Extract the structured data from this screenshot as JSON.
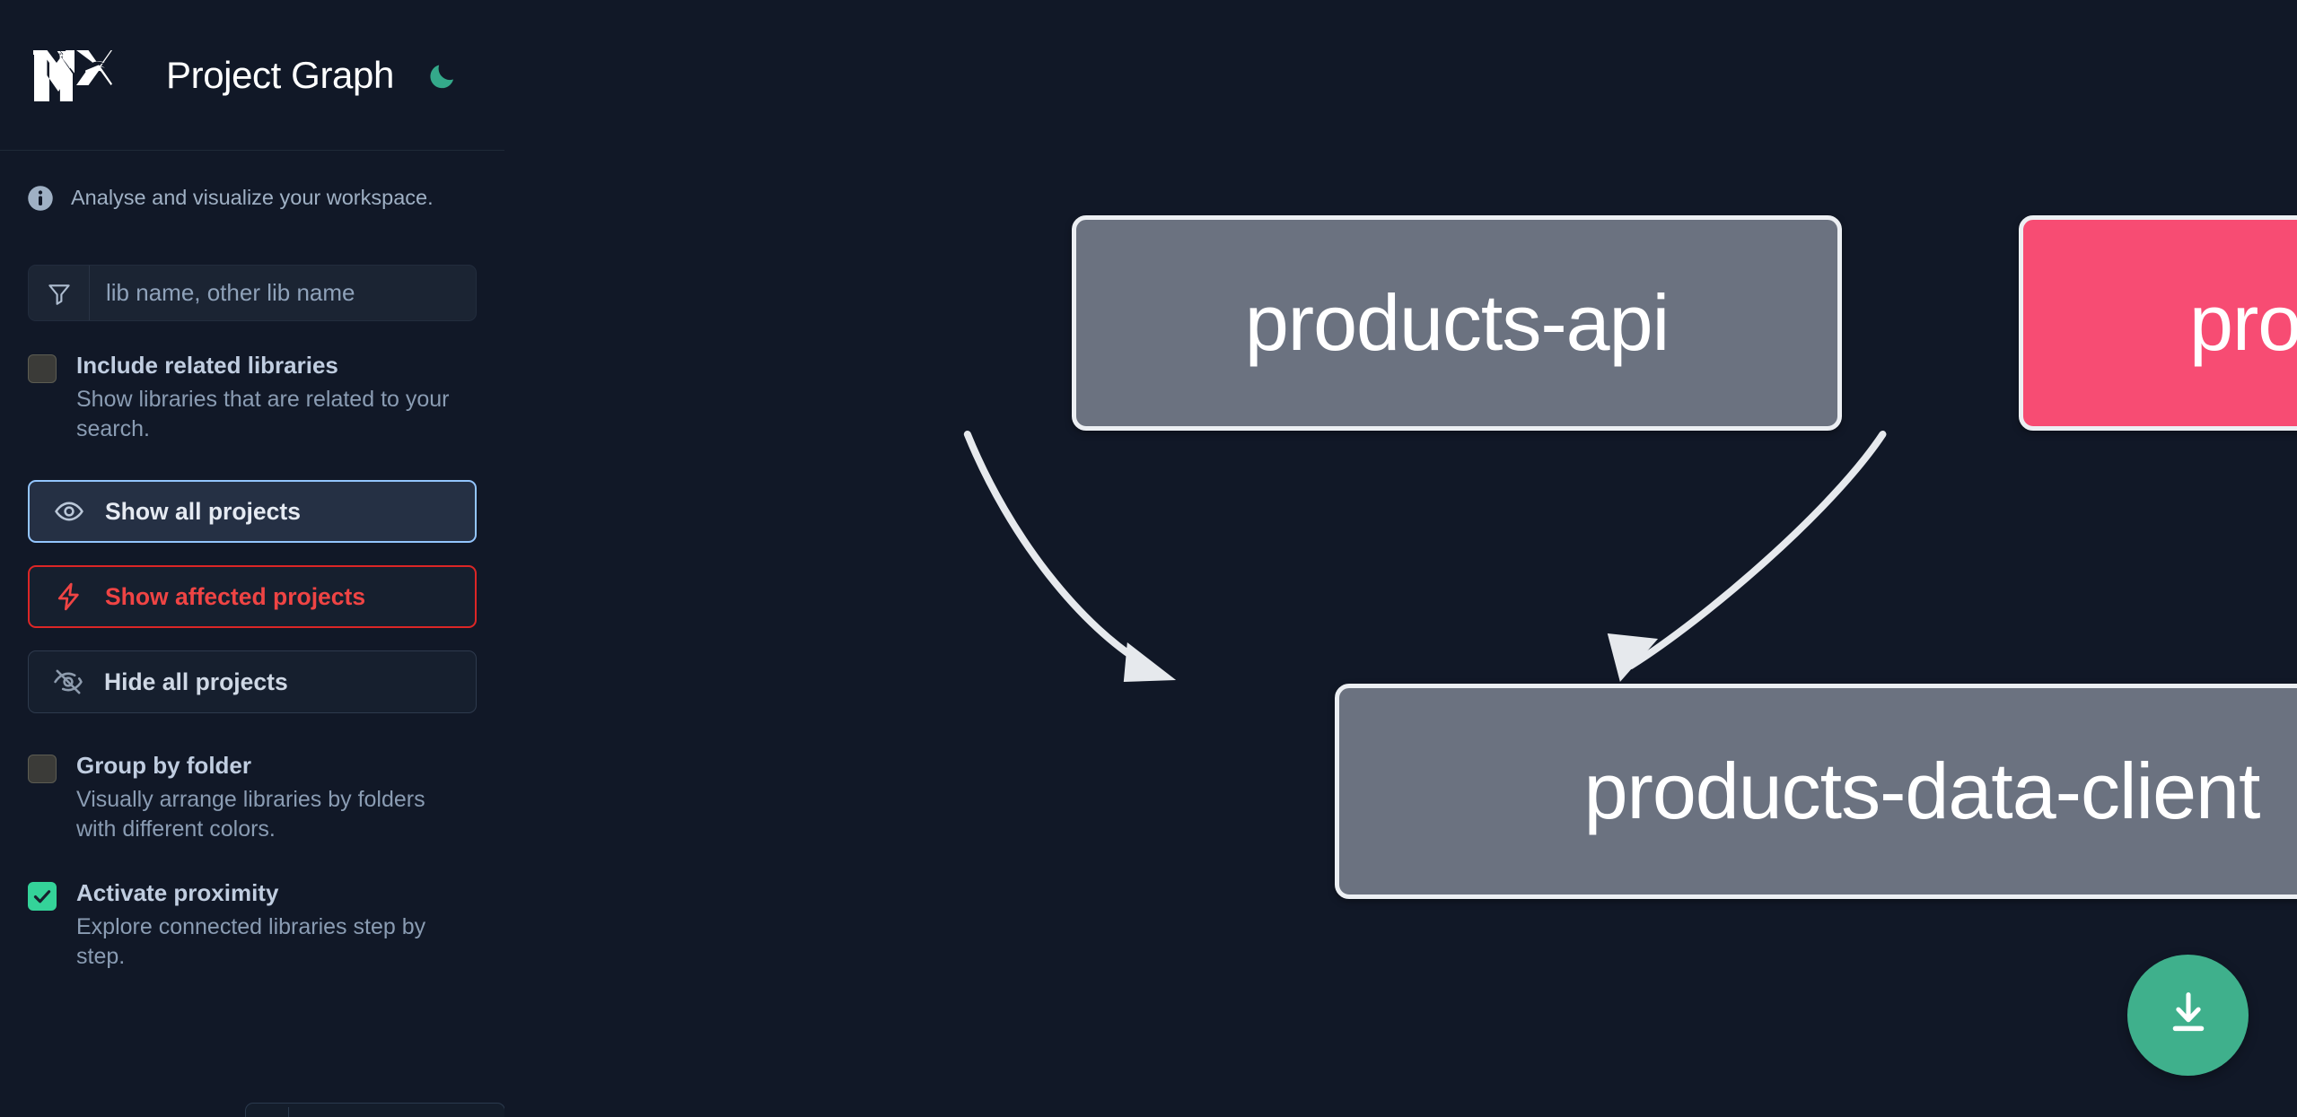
{
  "app": {
    "title": "Project Graph",
    "logo_icon": "nx-logo",
    "theme_toggle_icon": "moon-icon",
    "note_icon": "info-icon",
    "note": "Analyse and visualize your workspace."
  },
  "sidebar": {
    "search": {
      "icon": "filter-icon",
      "placeholder": "lib name, other lib name",
      "value": ""
    },
    "options": [
      {
        "name": "include-related-libraries",
        "label": "Include related libraries",
        "description": "Show libraries that are related to your search.",
        "checked": false
      },
      {
        "name": "group-by-folder",
        "label": "Group by folder",
        "description": "Visually arrange libraries by folders with different colors.",
        "checked": false
      },
      {
        "name": "activate-proximity",
        "label": "Activate proximity",
        "description": "Explore connected libraries step by step.",
        "checked": true
      }
    ],
    "buttons": [
      {
        "name": "show-all-projects",
        "label": "Show all projects",
        "icon": "eye-icon",
        "state": "active"
      },
      {
        "name": "show-affected-projects",
        "label": "Show affected projects",
        "icon": "bolt-icon",
        "state": "danger"
      },
      {
        "name": "hide-all-projects",
        "label": "Hide all projects",
        "icon": "eye-off-icon",
        "state": "default"
      }
    ]
  },
  "graph": {
    "download_button": {
      "name": "download-image",
      "icon": "download-icon"
    },
    "nodes": [
      {
        "id": "products-api",
        "label": "products-api",
        "color": "#6b7280",
        "state": "normal"
      },
      {
        "id": "products-cli",
        "label": "products-cli",
        "color": "#f74c73",
        "state": "affected"
      },
      {
        "id": "products-data-client",
        "label": "products-data-client",
        "color": "#6b7280",
        "state": "normal"
      }
    ],
    "edges": [
      {
        "from": "products-api",
        "to": "products-data-client"
      },
      {
        "from": "products-cli",
        "to": "products-data-client"
      }
    ]
  },
  "colors": {
    "background": "#111827",
    "accent_green": "#3fb08c",
    "accent_red": "#ef4444",
    "accent_blue": "#93c5fd",
    "node_default": "#6b7280",
    "node_affected": "#f74c73",
    "checkbox_on": "#34d399"
  }
}
